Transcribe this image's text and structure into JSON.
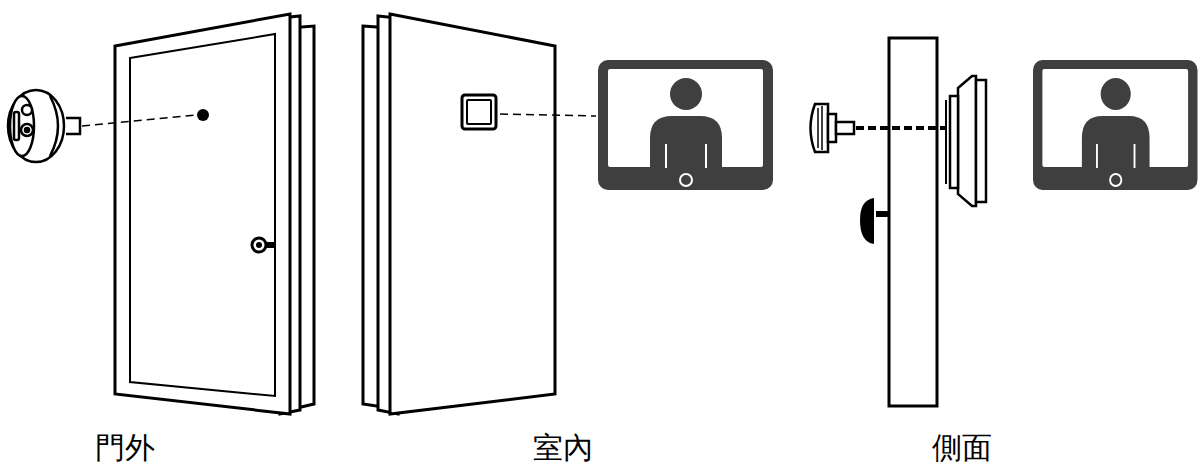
{
  "diagram": {
    "labels": [
      "門外",
      "室內",
      "側面"
    ]
  }
}
